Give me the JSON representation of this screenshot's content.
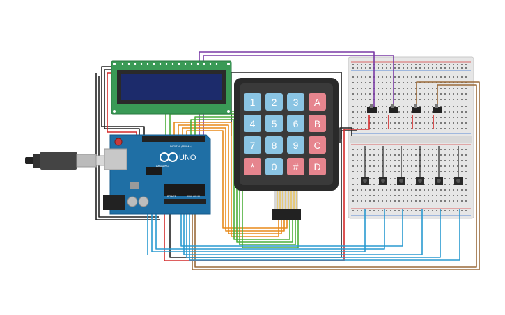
{
  "colors": {
    "background": "#ffffff",
    "lcd_board": "#3a9a56",
    "lcd_screen": "#1c2b6b",
    "arduino_board": "#1f6fa5",
    "keypad_frame": "#2a2a2a",
    "key_blue": "#8ac4e3",
    "key_red": "#e6858e",
    "breadboard": "#e8e8e8",
    "wire_purple": "#7a3aa6",
    "wire_brown": "#9a6a3a",
    "wire_orange": "#e88a1a",
    "wire_green": "#4caf3a",
    "wire_cyan": "#2a9ad0",
    "wire_red": "#d42a2a",
    "wire_black": "#222222"
  },
  "arduino": {
    "brand": "UNO",
    "subbrand": "ARDUINO",
    "digital_label": "DIGITAL (PWM ~)",
    "power_label": "POWER",
    "analog_label": "ANALOG IN"
  },
  "keypad": {
    "keys": [
      {
        "label": "1",
        "color": "blue"
      },
      {
        "label": "2",
        "color": "blue"
      },
      {
        "label": "3",
        "color": "blue"
      },
      {
        "label": "A",
        "color": "red"
      },
      {
        "label": "4",
        "color": "blue"
      },
      {
        "label": "5",
        "color": "blue"
      },
      {
        "label": "6",
        "color": "blue"
      },
      {
        "label": "B",
        "color": "red"
      },
      {
        "label": "7",
        "color": "blue"
      },
      {
        "label": "8",
        "color": "blue"
      },
      {
        "label": "9",
        "color": "blue"
      },
      {
        "label": "C",
        "color": "red"
      },
      {
        "label": "*",
        "color": "red"
      },
      {
        "label": "0",
        "color": "blue"
      },
      {
        "label": "#",
        "color": "red"
      },
      {
        "label": "D",
        "color": "red"
      }
    ]
  },
  "breadboard": {
    "pushbutton_count": 6,
    "slide_switch_count": 4
  }
}
